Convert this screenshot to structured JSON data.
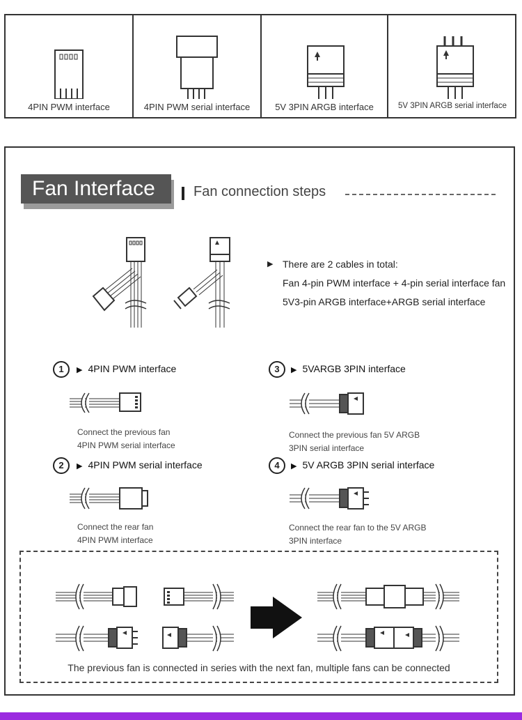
{
  "top_connectors": [
    {
      "label": "4PIN PWM interface",
      "icon": "4pin-pwm-connector"
    },
    {
      "label": "4PIN PWM serial interface",
      "icon": "4pin-pwm-serial-connector"
    },
    {
      "label": "5V 3PIN ARGB interface",
      "icon": "argb-3pin-connector"
    },
    {
      "label": "5V 3PIN ARGB serial interface",
      "icon": "argb-3pin-serial-connector"
    }
  ],
  "section": {
    "title": "Fan Interface",
    "subtitle": "Fan connection steps"
  },
  "intro": {
    "lines": [
      "There are 2 cables in total:",
      "Fan 4-pin PWM interface + 4-pin serial interface fan",
      "5V3-pin ARGB interface+ARGB serial interface"
    ]
  },
  "steps": [
    {
      "num": "1",
      "title": "4PIN PWM interface",
      "desc1": "Connect the previous fan",
      "desc2": "4PIN PWM serial interface"
    },
    {
      "num": "2",
      "title": "4PIN PWM serial interface",
      "desc1": "Connect the rear fan",
      "desc2": "4PIN PWM interface"
    },
    {
      "num": "3",
      "title": "5VARGB 3PIN interface",
      "desc1": "Connect the previous fan 5V ARGB",
      "desc2": "3PIN serial interface"
    },
    {
      "num": "4",
      "title": "5V ARGB 3PIN serial interface",
      "desc1": "Connect the rear fan to the 5V ARGB",
      "desc2": "3PIN interface"
    }
  ],
  "bottom_note": "The previous fan is connected in series with the next fan, multiple fans can be connected",
  "colors": {
    "accent_bar": "#9b2be0",
    "title_bg": "#555555"
  }
}
